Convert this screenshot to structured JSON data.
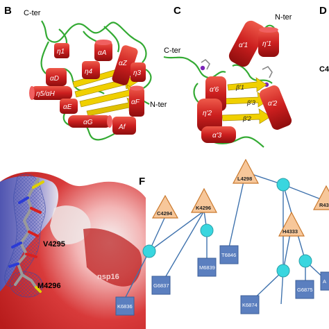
{
  "panels": {
    "B": {
      "letter": "B",
      "labels": {
        "c_ter": "C-ter",
        "n_ter": "N-ter",
        "eta1": "η1",
        "alphaA": "αA",
        "alphaZ": "αZ",
        "eta4": "η4",
        "alphaD": "αD",
        "eta3": "η3",
        "eta5_alphaH": "η5/αH",
        "alphaE": "αE",
        "alphaF": "αF",
        "alphaG": "αG",
        "af": "Af"
      }
    },
    "C": {
      "letter": "C",
      "labels": {
        "n_ter": "N-ter",
        "c_ter": "C-ter",
        "alpha1": "α'1",
        "eta1": "η'1",
        "alpha6": "α'6",
        "beta1": "β'1",
        "eta2": "η'2",
        "beta3": "β'3",
        "alpha2": "α'2",
        "beta2": "β'2",
        "alpha3": "α'3"
      }
    },
    "D": {
      "letter": "D",
      "partial_label": "C4"
    },
    "E": {
      "residues": {
        "v4295": "V4295",
        "m4296": "M4296",
        "nsp16": "nsp16"
      }
    },
    "F": {
      "letter": "F",
      "triangles": [
        "C4294",
        "K4296",
        "L4298",
        "H4333",
        "R43"
      ],
      "boxes": [
        "G6837",
        "M6839",
        "T6846",
        "K6836",
        "K6874",
        "G6875",
        "A"
      ]
    }
  },
  "colors": {
    "helix": "#d42a2a",
    "sheet": "#f0d000",
    "coil": "#33aa33",
    "triangle_fill": "#f7c79a",
    "triangle_stroke": "#c9782c",
    "box_fill": "#5b7fbf",
    "circle_fill": "#39d6df",
    "edge": "#3f72ad"
  }
}
